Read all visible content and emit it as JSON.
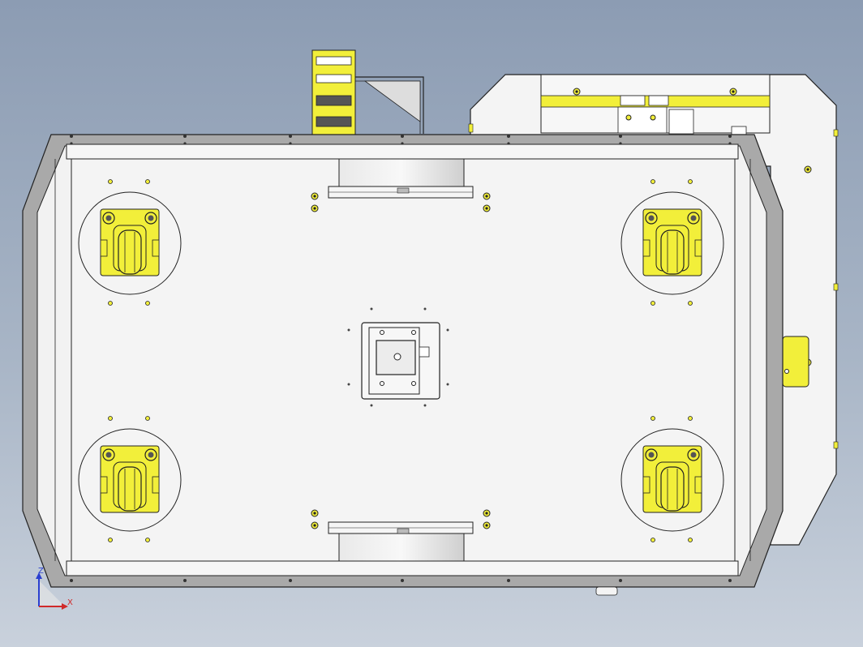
{
  "viewport": {
    "background_top": "#8c9cb3",
    "background_bottom": "#c9d1dc",
    "part_fill": "#f4f4f4",
    "edge_color": "#1a1a1a",
    "accent_yellow": "#f2ef3a",
    "frame_gray": "#a9a9a9"
  },
  "triad": {
    "axis_z": "Z",
    "axis_x": "X",
    "z_color": "#2a3fd0",
    "x_color": "#d02a2a"
  },
  "components": {
    "chassis": "base-frame",
    "casters": [
      "caster-top-left",
      "caster-top-right",
      "caster-bottom-left",
      "caster-bottom-right"
    ],
    "drive_wheels": [
      "drive-wheel-top",
      "drive-wheel-bottom"
    ],
    "center_module": "center-mount",
    "side_module": "electronics-bay",
    "cable_chain": "drag-chain"
  }
}
